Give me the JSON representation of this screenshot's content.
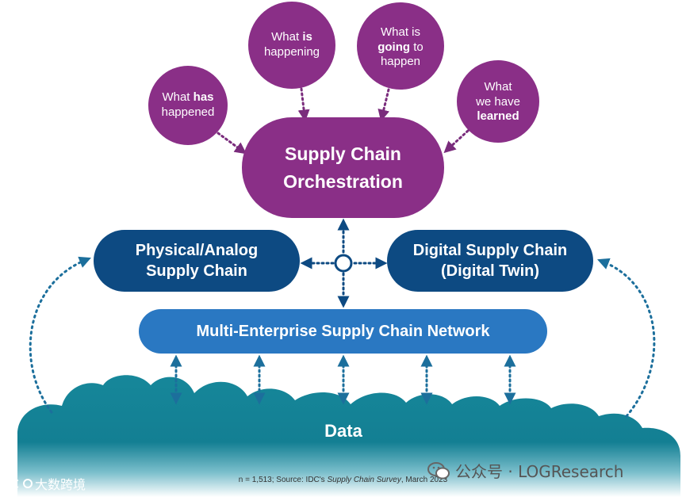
{
  "questions": {
    "has_happened": {
      "pre": "What ",
      "bold": "has",
      "post": "happened"
    },
    "is_happening": {
      "pre": "What ",
      "bold": "is",
      "post": "happening"
    },
    "going_to_happen": {
      "pre": "What is",
      "bold": "going",
      "post": " to",
      "post2": "happen"
    },
    "learned": {
      "l1": "What",
      "l2": "we have",
      "bold": "learned"
    }
  },
  "hub": {
    "line1": "Supply Chain",
    "line2": "Orchestration"
  },
  "physical": {
    "line1": "Physical/Analog",
    "line2": "Supply Chain"
  },
  "digital": {
    "line1": "Digital Supply Chain",
    "line2": "(Digital Twin)"
  },
  "network": {
    "label": "Multi-Enterprise Supply Chain Network"
  },
  "data": {
    "label": "Data"
  },
  "footnote": {
    "pre": "n = 1,513; Source: IDC's ",
    "italic": "Supply Chain Survey",
    "post": ", March 2023"
  },
  "watermarks": {
    "left": "大数跨境",
    "right": "公众号 · LOGResearch"
  },
  "colors": {
    "purple": "#8a2f87",
    "navy": "#0d4a82",
    "blue": "#2a78c2",
    "teal": "#137f93",
    "dotted": "#7a2c7c",
    "dotted_blue": "#1c6f9c"
  }
}
